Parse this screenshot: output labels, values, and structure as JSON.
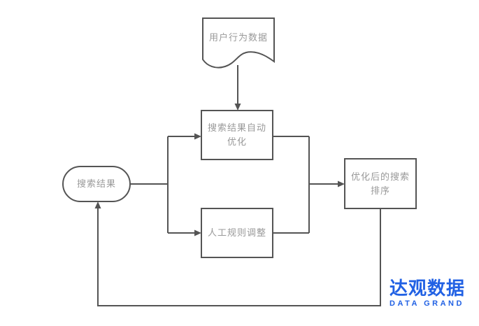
{
  "diagram": {
    "document_label": "用户行为数据",
    "auto_optimize_label": "搜索结果自动优化",
    "search_results_label": "搜索结果",
    "manual_rules_label": "人工规则调整",
    "optimized_ranking_label": "优化后的搜索排序"
  },
  "logo": {
    "cn": "达观数据",
    "en": "DATA GRAND"
  },
  "colors": {
    "line": "#545454",
    "text": "#999999",
    "logo": "#2161e4"
  }
}
